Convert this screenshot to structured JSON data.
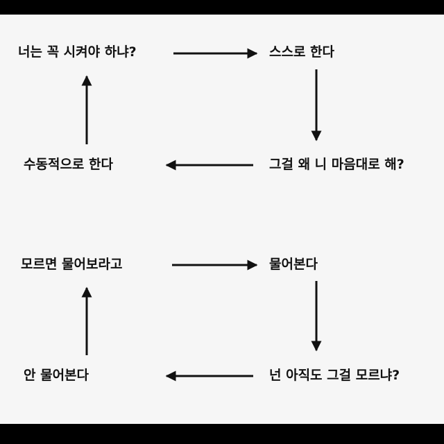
{
  "top_cycle": {
    "top_left": "너는 꼭 시켜야 하냐?",
    "top_right": "스스로 한다",
    "bottom_right": "그걸 왜 니 마음대로 해?",
    "bottom_left": "수동적으로 한다"
  },
  "bottom_cycle": {
    "top_left": "모르면 물어보라고",
    "top_right": "물어본다",
    "bottom_right": "넌 아직도 그걸 모르냐?",
    "bottom_left": "안 물어본다"
  },
  "colors": {
    "background": "#f6f6f6",
    "border": "#000000",
    "text": "#111111",
    "arrow": "#111111"
  }
}
